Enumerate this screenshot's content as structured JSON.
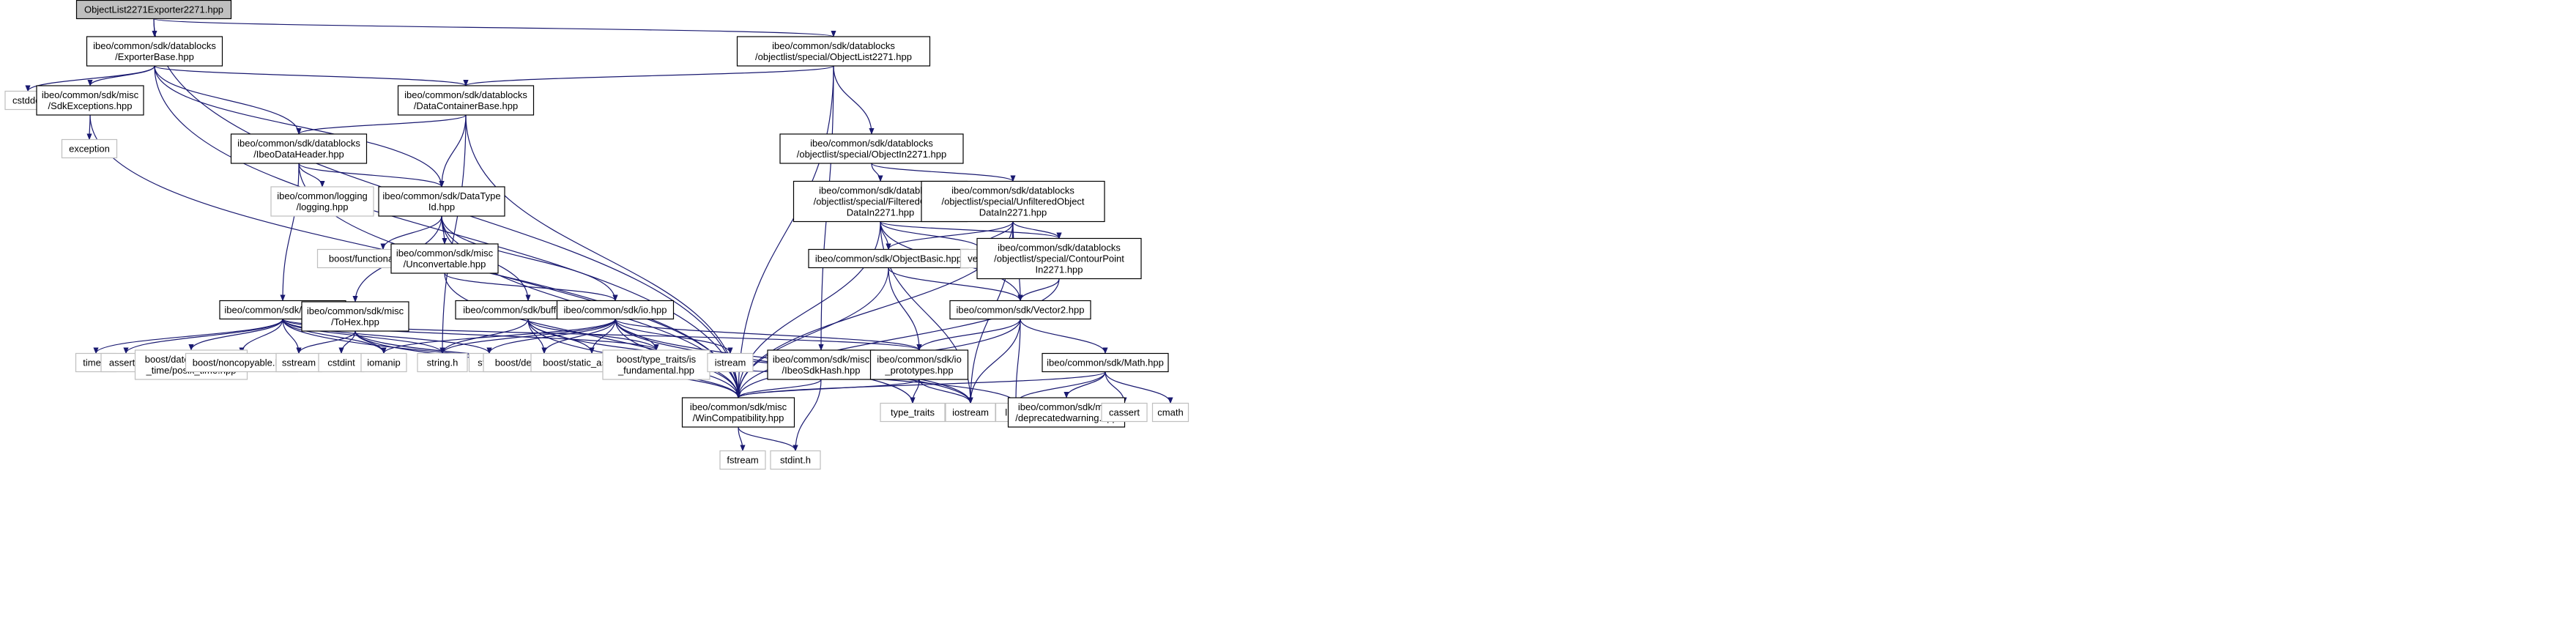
{
  "title": "ObjectList2271Exporter2271.hpp",
  "colors": {
    "edge": "#191970",
    "root_fill": "#bfbfbf",
    "node_border": "#000000",
    "external_border": "#bfbfbf",
    "background": "#ffffff"
  },
  "nodes": [
    {
      "id": "root",
      "lines": [
        "ObjectList2271Exporter2271.hpp"
      ],
      "kind": "root"
    },
    {
      "id": "exporterbase",
      "lines": [
        "ibeo/common/sdk/datablocks",
        "/ExporterBase.hpp"
      ],
      "kind": "local"
    },
    {
      "id": "objectlist2271",
      "lines": [
        "ibeo/common/sdk/datablocks",
        "/objectlist/special/ObjectList2271.hpp"
      ],
      "kind": "local"
    },
    {
      "id": "cstddef",
      "lines": [
        "cstddef"
      ],
      "kind": "external"
    },
    {
      "id": "sdkexceptions",
      "lines": [
        "ibeo/common/sdk/misc",
        "/SdkExceptions.hpp"
      ],
      "kind": "local"
    },
    {
      "id": "datacontainerbase",
      "lines": [
        "ibeo/common/sdk/datablocks",
        "/DataContainerBase.hpp"
      ],
      "kind": "local"
    },
    {
      "id": "exception",
      "lines": [
        "exception"
      ],
      "kind": "external"
    },
    {
      "id": "ibeodataheader",
      "lines": [
        "ibeo/common/sdk/datablocks",
        "/IbeoDataHeader.hpp"
      ],
      "kind": "local"
    },
    {
      "id": "objectin2271",
      "lines": [
        "ibeo/common/sdk/datablocks",
        "/objectlist/special/ObjectIn2271.hpp"
      ],
      "kind": "local"
    },
    {
      "id": "logging",
      "lines": [
        "ibeo/common/logging",
        "/logging.hpp"
      ],
      "kind": "external"
    },
    {
      "id": "datatypeid",
      "lines": [
        "ibeo/common/sdk/DataType",
        "Id.hpp"
      ],
      "kind": "local"
    },
    {
      "id": "filteredobject",
      "lines": [
        "ibeo/common/sdk/datablocks",
        "/objectlist/special/FilteredObject",
        "DataIn2271.hpp"
      ],
      "kind": "local"
    },
    {
      "id": "unfilteredobject",
      "lines": [
        "ibeo/common/sdk/datablocks",
        "/objectlist/special/UnfilteredObject",
        "DataIn2271.hpp"
      ],
      "kind": "local"
    },
    {
      "id": "functionalhash",
      "lines": [
        "boost/functional/hash.hpp"
      ],
      "kind": "external"
    },
    {
      "id": "unconvertable",
      "lines": [
        "ibeo/common/sdk/misc",
        "/Unconvertable.hpp"
      ],
      "kind": "local"
    },
    {
      "id": "objectbasic",
      "lines": [
        "ibeo/common/sdk/ObjectBasic.hpp"
      ],
      "kind": "local"
    },
    {
      "id": "vector",
      "lines": [
        "vector"
      ],
      "kind": "external"
    },
    {
      "id": "contourpoint",
      "lines": [
        "ibeo/common/sdk/datablocks",
        "/objectlist/special/ContourPoint",
        "In2271.hpp"
      ],
      "kind": "local"
    },
    {
      "id": "time",
      "lines": [
        "ibeo/common/sdk/Time.hpp"
      ],
      "kind": "local"
    },
    {
      "id": "tohex",
      "lines": [
        "ibeo/common/sdk/misc",
        "/ToHex.hpp"
      ],
      "kind": "local"
    },
    {
      "id": "bufferio",
      "lines": [
        "ibeo/common/sdk/bufferIO.hpp"
      ],
      "kind": "local"
    },
    {
      "id": "io",
      "lines": [
        "ibeo/common/sdk/io.hpp"
      ],
      "kind": "local"
    },
    {
      "id": "vector2",
      "lines": [
        "ibeo/common/sdk/Vector2.hpp"
      ],
      "kind": "local"
    },
    {
      "id": "timeh",
      "lines": [
        "time.h"
      ],
      "kind": "external"
    },
    {
      "id": "asserth",
      "lines": [
        "assert.h"
      ],
      "kind": "external"
    },
    {
      "id": "posixtime",
      "lines": [
        "boost/date_time/posix",
        "_time/posix_time.hpp"
      ],
      "kind": "external"
    },
    {
      "id": "noncopyable",
      "lines": [
        "boost/noncopyable.hpp"
      ],
      "kind": "external"
    },
    {
      "id": "sstream",
      "lines": [
        "sstream"
      ],
      "kind": "external"
    },
    {
      "id": "cstdint",
      "lines": [
        "cstdint"
      ],
      "kind": "external"
    },
    {
      "id": "iomanip",
      "lines": [
        "iomanip"
      ],
      "kind": "external"
    },
    {
      "id": "stringh",
      "lines": [
        "string.h"
      ],
      "kind": "external"
    },
    {
      "id": "string",
      "lines": [
        "string"
      ],
      "kind": "external"
    },
    {
      "id": "endian",
      "lines": [
        "boost/detail/endian.hpp"
      ],
      "kind": "external"
    },
    {
      "id": "staticassert",
      "lines": [
        "boost/static_assert.hpp"
      ],
      "kind": "external"
    },
    {
      "id": "isfundamental",
      "lines": [
        "boost/type_traits/is",
        "_fundamental.hpp"
      ],
      "kind": "external"
    },
    {
      "id": "istream",
      "lines": [
        "istream"
      ],
      "kind": "external"
    },
    {
      "id": "ibeosdkhash",
      "lines": [
        "ibeo/common/sdk/misc",
        "/IbeoSdkHash.hpp"
      ],
      "kind": "local"
    },
    {
      "id": "ioprototypes",
      "lines": [
        "ibeo/common/sdk/io",
        "_prototypes.hpp"
      ],
      "kind": "local"
    },
    {
      "id": "math",
      "lines": [
        "ibeo/common/sdk/Math.hpp"
      ],
      "kind": "local"
    },
    {
      "id": "wincompat",
      "lines": [
        "ibeo/common/sdk/misc",
        "/WinCompatibility.hpp"
      ],
      "kind": "local"
    },
    {
      "id": "limits",
      "lines": [
        "limits"
      ],
      "kind": "external"
    },
    {
      "id": "typetraits",
      "lines": [
        "type_traits"
      ],
      "kind": "external"
    },
    {
      "id": "iostream",
      "lines": [
        "iostream"
      ],
      "kind": "external"
    },
    {
      "id": "deprecated",
      "lines": [
        "ibeo/common/sdk/misc",
        "/deprecatedwarning.hpp"
      ],
      "kind": "local"
    },
    {
      "id": "cassert",
      "lines": [
        "cassert"
      ],
      "kind": "external"
    },
    {
      "id": "cmath",
      "lines": [
        "cmath"
      ],
      "kind": "external"
    },
    {
      "id": "fstream",
      "lines": [
        "fstream"
      ],
      "kind": "external"
    },
    {
      "id": "stdinth",
      "lines": [
        "stdint.h"
      ],
      "kind": "external"
    }
  ],
  "edges": [
    [
      "root",
      "exporterbase"
    ],
    [
      "root",
      "objectlist2271"
    ],
    [
      "root",
      "wincompat"
    ],
    [
      "exporterbase",
      "cstddef"
    ],
    [
      "exporterbase",
      "sdkexceptions"
    ],
    [
      "exporterbase",
      "datacontainerbase"
    ],
    [
      "exporterbase",
      "ibeodataheader"
    ],
    [
      "exporterbase",
      "datatypeid"
    ],
    [
      "exporterbase",
      "wincompat"
    ],
    [
      "objectlist2271",
      "datacontainerbase"
    ],
    [
      "objectlist2271",
      "objectin2271"
    ],
    [
      "objectlist2271",
      "wincompat"
    ],
    [
      "objectlist2271",
      "ibeosdkhash"
    ],
    [
      "sdkexceptions",
      "exception"
    ],
    [
      "sdkexceptions",
      "wincompat"
    ],
    [
      "datacontainerbase",
      "ibeodataheader"
    ],
    [
      "datacontainerbase",
      "datatypeid"
    ],
    [
      "datacontainerbase",
      "stringh"
    ],
    [
      "datacontainerbase",
      "wincompat"
    ],
    [
      "ibeodataheader",
      "logging"
    ],
    [
      "ibeodataheader",
      "datatypeid"
    ],
    [
      "ibeodataheader",
      "time"
    ],
    [
      "ibeodataheader",
      "wincompat"
    ],
    [
      "objectin2271",
      "filteredobject"
    ],
    [
      "objectin2271",
      "unfilteredobject"
    ],
    [
      "datatypeid",
      "functionalhash"
    ],
    [
      "datatypeid",
      "unconvertable"
    ],
    [
      "datatypeid",
      "tohex"
    ],
    [
      "datatypeid",
      "bufferio"
    ],
    [
      "datatypeid",
      "io"
    ],
    [
      "datatypeid",
      "wincompat"
    ],
    [
      "filteredobject",
      "objectbasic"
    ],
    [
      "filteredobject",
      "vector"
    ],
    [
      "filteredobject",
      "contourpoint"
    ],
    [
      "filteredobject",
      "vector2"
    ],
    [
      "filteredobject",
      "wincompat"
    ],
    [
      "filteredobject",
      "iostream"
    ],
    [
      "unfilteredobject",
      "objectbasic"
    ],
    [
      "unfilteredobject",
      "vector"
    ],
    [
      "unfilteredobject",
      "contourpoint"
    ],
    [
      "unfilteredobject",
      "vector2"
    ],
    [
      "unfilteredobject",
      "wincompat"
    ],
    [
      "unfilteredobject",
      "iostream"
    ],
    [
      "unconvertable",
      "io"
    ],
    [
      "unconvertable",
      "wincompat"
    ],
    [
      "objectbasic",
      "vector2"
    ],
    [
      "objectbasic",
      "ioprototypes"
    ],
    [
      "objectbasic",
      "wincompat"
    ],
    [
      "contourpoint",
      "vector2"
    ],
    [
      "contourpoint",
      "wincompat"
    ],
    [
      "time",
      "timeh"
    ],
    [
      "time",
      "asserth"
    ],
    [
      "time",
      "posixtime"
    ],
    [
      "time",
      "noncopyable"
    ],
    [
      "time",
      "sstream"
    ],
    [
      "time",
      "iomanip"
    ],
    [
      "time",
      "stringh"
    ],
    [
      "time",
      "string"
    ],
    [
      "time",
      "isfundamental"
    ],
    [
      "time",
      "ioprototypes"
    ],
    [
      "time",
      "wincompat"
    ],
    [
      "tohex",
      "sstream"
    ],
    [
      "tohex",
      "cstdint"
    ],
    [
      "tohex",
      "iomanip"
    ],
    [
      "tohex",
      "wincompat"
    ],
    [
      "tohex",
      "limits"
    ],
    [
      "bufferio",
      "stringh"
    ],
    [
      "bufferio",
      "endian"
    ],
    [
      "bufferio",
      "staticassert"
    ],
    [
      "bufferio",
      "isfundamental"
    ],
    [
      "bufferio",
      "wincompat"
    ],
    [
      "bufferio",
      "iostream"
    ],
    [
      "io",
      "iomanip"
    ],
    [
      "io",
      "stringh"
    ],
    [
      "io",
      "string"
    ],
    [
      "io",
      "endian"
    ],
    [
      "io",
      "staticassert"
    ],
    [
      "io",
      "isfundamental"
    ],
    [
      "io",
      "istream"
    ],
    [
      "io",
      "ioprototypes"
    ],
    [
      "io",
      "typetraits"
    ],
    [
      "io",
      "iostream"
    ],
    [
      "io",
      "wincompat"
    ],
    [
      "vector2",
      "math"
    ],
    [
      "vector2",
      "ioprototypes"
    ],
    [
      "vector2",
      "wincompat"
    ],
    [
      "vector2",
      "limits"
    ],
    [
      "vector2",
      "iostream"
    ],
    [
      "ibeosdkhash",
      "wincompat"
    ],
    [
      "ibeosdkhash",
      "stdinth"
    ],
    [
      "ioprototypes",
      "typetraits"
    ],
    [
      "ioprototypes",
      "iostream"
    ],
    [
      "ioprototypes",
      "wincompat"
    ],
    [
      "math",
      "wincompat"
    ],
    [
      "math",
      "limits"
    ],
    [
      "math",
      "deprecated"
    ],
    [
      "math",
      "cassert"
    ],
    [
      "math",
      "cmath"
    ],
    [
      "wincompat",
      "fstream"
    ],
    [
      "wincompat",
      "stdinth"
    ]
  ]
}
